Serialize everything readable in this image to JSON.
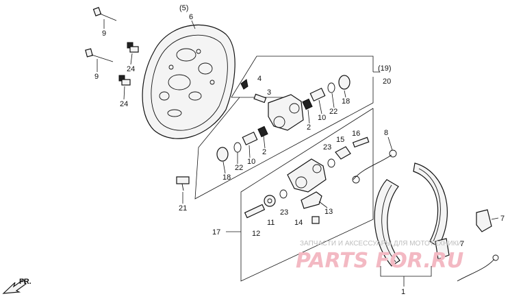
{
  "callouts": {
    "c1": "1",
    "c2a": "2",
    "c2b": "2",
    "c3": "3",
    "c4": "4",
    "c5": "(5)",
    "c6": "6",
    "c7a": "7",
    "c7b": "7",
    "c8": "8",
    "c9a": "9",
    "c9b": "9",
    "c10a": "10",
    "c10b": "10",
    "c11": "11",
    "c12": "12",
    "c13": "13",
    "c14": "14",
    "c15": "15",
    "c16": "16",
    "c17": "17",
    "c18a": "18",
    "c18b": "18",
    "c19": "(19)",
    "c20": "20",
    "c21": "21",
    "c22a": "22",
    "c22b": "22",
    "c23a": "23",
    "c23b": "23",
    "c24a": "24",
    "c24b": "24"
  },
  "direction_label": "FR.",
  "watermark": {
    "caption": "ЗАПЧАСТИ И АКСЕССУАРЫ ДЛЯ МОТОТЕХНИКИ",
    "brand": "PARTS FOR.RU"
  },
  "colors": {
    "line": "#111111",
    "watermark_text": "#bdbdbd",
    "watermark_brand": "#f3b9c3"
  }
}
